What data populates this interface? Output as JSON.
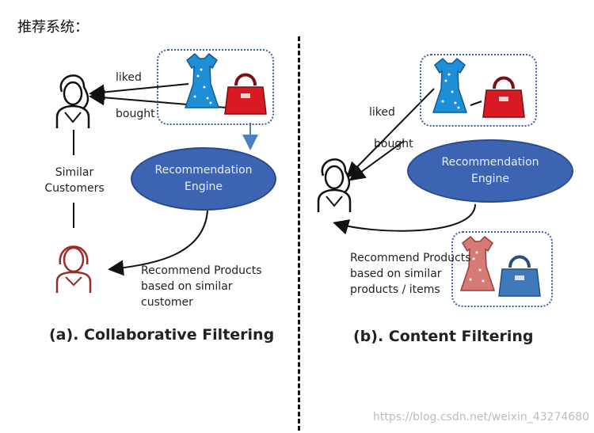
{
  "heading": "推荐系统：",
  "left": {
    "liked": "liked",
    "bought": "bought",
    "similar_line1": "Similar",
    "similar_line2": "Customers",
    "engine_line1": "Recommendation",
    "engine_line2": "Engine",
    "recommend_line1": "Recommend Products",
    "recommend_line2": "based on similar",
    "recommend_line3": "customer",
    "caption": "(a). Collaborative Filtering"
  },
  "right": {
    "liked": "liked",
    "bought": "bought",
    "engine_line1": "Recommendation",
    "engine_line2": "Engine",
    "recommend_line1": "Recommend Products",
    "recommend_line2": "based on similar",
    "recommend_line3": "products / items",
    "caption": "(b). Content Filtering"
  },
  "watermark": "https://blog.csdn.net/weixin_43274680",
  "colors": {
    "engine": "#3d63b3",
    "dress": "#1e8fd6",
    "bag": "#d81a22",
    "recommended_customer": "#9b2a2a",
    "recommended_dress": "#d67a76",
    "recommended_bag": "#3f79b9"
  }
}
